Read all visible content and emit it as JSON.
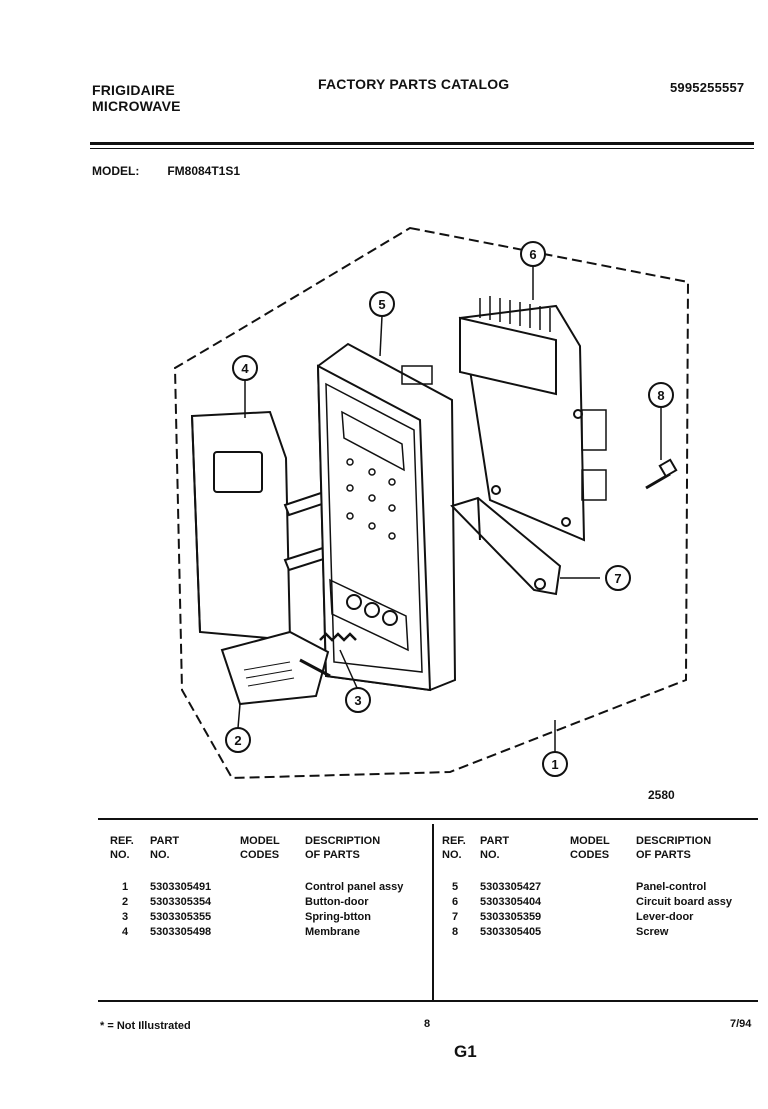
{
  "header": {
    "brand_line1": "FRIGIDAIRE",
    "brand_line2": "MICROWAVE",
    "catalog_title": "FACTORY PARTS CATALOG",
    "catalog_number": "5995255557"
  },
  "model": {
    "label": "MODEL:",
    "value": "FM8084T1S1"
  },
  "diagram": {
    "code": "2580",
    "callouts": [
      "1",
      "2",
      "3",
      "4",
      "5",
      "6",
      "7",
      "8"
    ]
  },
  "table": {
    "headers": {
      "ref": [
        "REF.",
        "NO."
      ],
      "part": [
        "PART",
        "NO."
      ],
      "model_codes": [
        "MODEL",
        "CODES"
      ],
      "description": [
        "DESCRIPTION",
        "OF PARTS"
      ]
    },
    "left_rows": [
      {
        "ref": "1",
        "part": "5303305491",
        "codes": "",
        "desc": "Control panel assy"
      },
      {
        "ref": "2",
        "part": "5303305354",
        "codes": "",
        "desc": "Button-door"
      },
      {
        "ref": "3",
        "part": "5303305355",
        "codes": "",
        "desc": "Spring-btton"
      },
      {
        "ref": "4",
        "part": "5303305498",
        "codes": "",
        "desc": "Membrane"
      }
    ],
    "right_rows": [
      {
        "ref": "5",
        "part": "5303305427",
        "codes": "",
        "desc": "Panel-control"
      },
      {
        "ref": "6",
        "part": "5303305404",
        "codes": "",
        "desc": "Circuit board assy"
      },
      {
        "ref": "7",
        "part": "5303305359",
        "codes": "",
        "desc": "Lever-door"
      },
      {
        "ref": "8",
        "part": "5303305405",
        "codes": "",
        "desc": "Screw"
      }
    ]
  },
  "footer": {
    "note": "* = Not Illustrated",
    "page": "8",
    "date": "7/94",
    "section": "G1"
  }
}
